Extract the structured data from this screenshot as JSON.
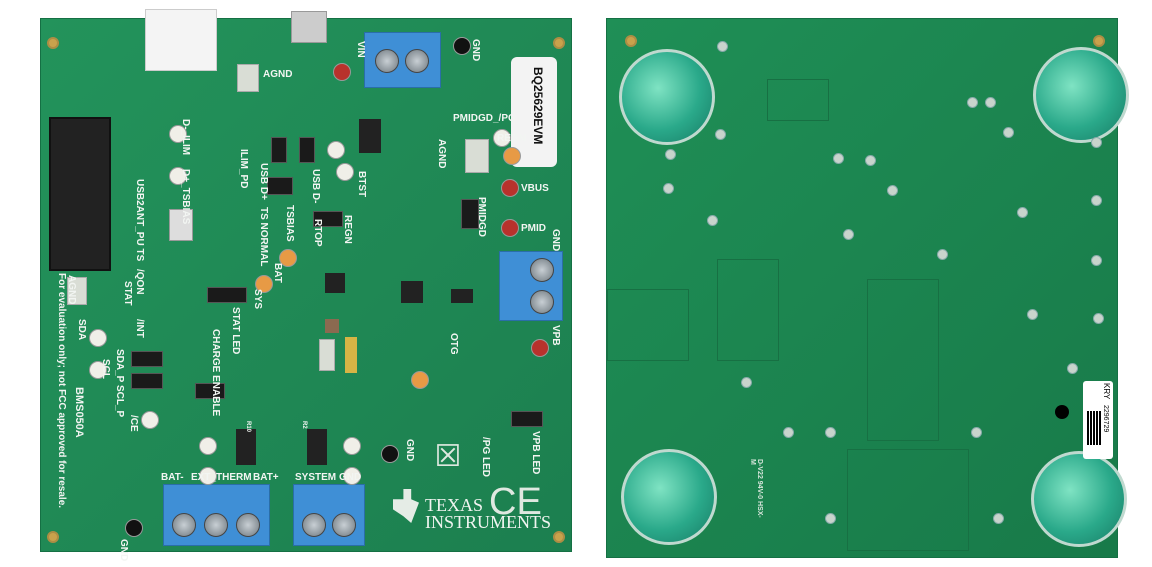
{
  "front": {
    "evm_label": "BQ25629EVM",
    "board_id": "BMS050A",
    "disclaimer": "For evaluation only; not FCC approved for resale.",
    "logo": {
      "line1": "Texas",
      "line2": "Instruments"
    },
    "ce_mark": "CE",
    "labels": {
      "vin": "VIN",
      "gnd_top": "GND",
      "agnd_top": "AGND",
      "pmidgd_pg": "PMIDGD_/PG",
      "regn": "REGN",
      "vbus": "VBUS",
      "pmid": "PMID",
      "gnd_right": "GND",
      "vpb": "VPB",
      "pmidgd": "PMIDGD",
      "btst": "BTST",
      "regn2": "REGN",
      "agnd_right": "AGND",
      "d_ilim": "D-_ILIM",
      "dplus_tsbias": "D+_TSBIAS",
      "ilim_pd": "ILIM_PD",
      "usb_dplus": "USB D+",
      "usb_dminus": "USB D-",
      "ts_normal": "TS NORMAL",
      "tsbias": "TSBIAS",
      "rtop": "RTOP",
      "bat": "BAT",
      "sys": "SYS",
      "usb2ant_pu_ts": "USB2ANT_PU TS",
      "qon": "/QON",
      "stat": "STAT",
      "stat_led": "STAT LED",
      "int": "/INT",
      "sda": "SDA",
      "scl": "SCL",
      "sda_p": "SDA_P",
      "scl_p": "SCL_P",
      "ce": "/CE",
      "charge_enable": "CHARGE ENABLE",
      "otg": "OTG",
      "agnd_left": "AGND",
      "pg_led": "/PG LED",
      "vpb_led": "VPB LED",
      "gnd_mid": "GND",
      "gnd_bottom": "GND",
      "bat_minus": "BAT-",
      "ext_therm": "EXT_THERM",
      "bat_plus": "BAT+",
      "system": "SYSTEM",
      "gnd_term": "GND",
      "inductor_r10": "R10",
      "inductor_r2": "R2"
    }
  },
  "back": {
    "label_kry": "KRY",
    "serial": "2296729",
    "marking": "D-V22 94V-0 HSX-M"
  }
}
